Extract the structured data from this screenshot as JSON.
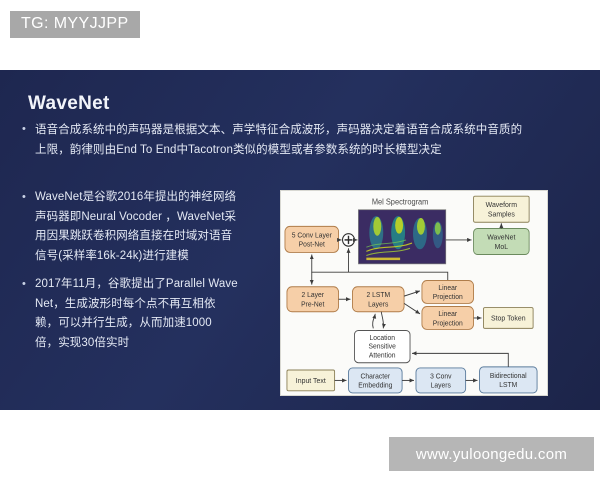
{
  "overlay": {
    "telegram_tag": "TG: MYYJJPP",
    "site_watermark": "www.yuloongedu.com"
  },
  "slide": {
    "title": "WaveNet",
    "background_color": "#202a52",
    "text_color": "#e4e9f4",
    "bullets": [
      {
        "id": "bullet-vocoder",
        "lines": [
          "语音合成系统中的声码器是根据文本、声学特征合成波形，声码器决定着语音合成系统中音质的",
          "上限，韵律则由End To End中Tacotron类似的模型或者参数系统的时长模型决定"
        ]
      },
      {
        "id": "bullet-wavenet",
        "lines": [
          "WaveNet是谷歌2016年提出的神经网络",
          "声码器即Neural Vocoder ，WaveNet采",
          "用因果跳跃卷积网络直接在时域对语音",
          "信号(采样率16k-24k)进行建模"
        ]
      },
      {
        "id": "bullet-parallel-wavenet",
        "lines": [
          "2017年11月，谷歌提出了Parallel Wave",
          "Net，生成波形时每个点不再互相依",
          "赖，可以并行生成，从而加速1000",
          "倍，实现30倍实时"
        ]
      }
    ]
  },
  "diagram": {
    "name": "tacotron2-architecture",
    "caption": "Mel Spectrogram",
    "blocks": [
      {
        "id": "post-net",
        "label_lines": [
          "5 Conv Layer",
          "Post-Net"
        ],
        "color": "#f6cfa8"
      },
      {
        "id": "waveform-samples",
        "label_lines": [
          "Waveform",
          "Samples"
        ],
        "color": "#f7f2d8"
      },
      {
        "id": "wavenet-mol",
        "label_lines": [
          "WaveNet",
          "MoL"
        ],
        "color": "#c3dcb6"
      },
      {
        "id": "pre-net",
        "label_lines": [
          "2 Layer",
          "Pre-Net"
        ],
        "color": "#f6cfa8"
      },
      {
        "id": "lstm-layers",
        "label_lines": [
          "2 LSTM",
          "Layers"
        ],
        "color": "#f6cfa8"
      },
      {
        "id": "linear-projection-top",
        "label_lines": [
          "Linear",
          "Projection"
        ],
        "color": "#f6cfa8"
      },
      {
        "id": "linear-projection-bottom",
        "label_lines": [
          "Linear",
          "Projection"
        ],
        "color": "#f6cfa8"
      },
      {
        "id": "stop-token",
        "label_lines": [
          "Stop Token"
        ],
        "color": "#f7f2d8"
      },
      {
        "id": "location-sensitive-attention",
        "label_lines": [
          "Location",
          "Sensitive",
          "Attention"
        ],
        "color": "#ffffff"
      },
      {
        "id": "input-text",
        "label_lines": [
          "Input Text"
        ],
        "color": "#f7f2d8"
      },
      {
        "id": "character-embedding",
        "label_lines": [
          "Character",
          "Embedding"
        ],
        "color": "#dce7f3"
      },
      {
        "id": "conv-layers",
        "label_lines": [
          "3 Conv",
          "Layers"
        ],
        "color": "#dce7f3"
      },
      {
        "id": "bidirectional-lstm",
        "label_lines": [
          "Bidirectional",
          "LSTM"
        ],
        "color": "#dce7f3"
      }
    ],
    "operator": "+"
  }
}
